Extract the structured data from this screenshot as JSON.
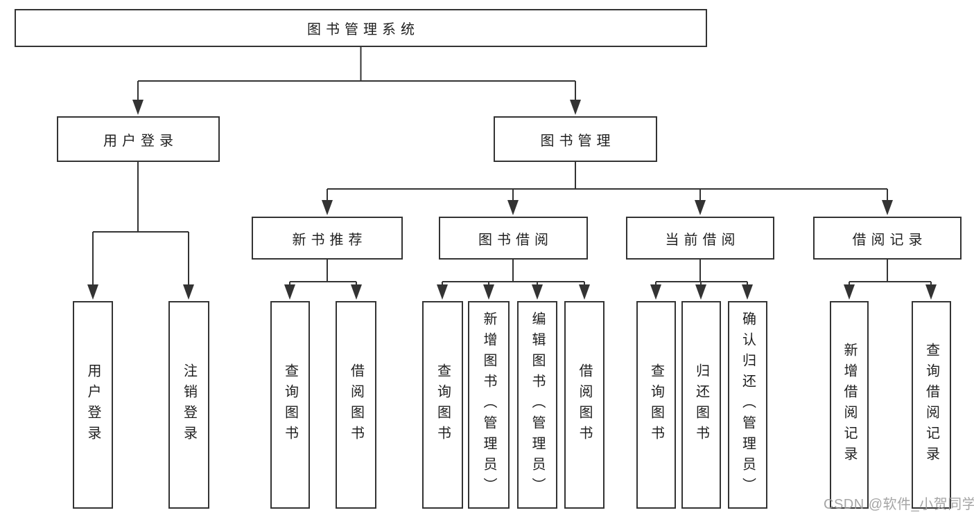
{
  "diagram": {
    "type": "hierarchy-tree",
    "tree": {
      "root": {
        "label": "图书管理系统",
        "children": [
          {
            "label": "用户登录",
            "children": [
              {
                "label": "用户登录"
              },
              {
                "label": "注销登录"
              }
            ]
          },
          {
            "label": "图书管理",
            "children": [
              {
                "label": "新书推荐",
                "children": [
                  {
                    "label": "查询图书"
                  },
                  {
                    "label": "借阅图书"
                  }
                ]
              },
              {
                "label": "图书借阅",
                "children": [
                  {
                    "label": "查询图书"
                  },
                  {
                    "label": "新增图书（管理员）"
                  },
                  {
                    "label": "编辑图书（管理员）"
                  },
                  {
                    "label": "借阅图书"
                  }
                ]
              },
              {
                "label": "当前借阅",
                "children": [
                  {
                    "label": "查询图书"
                  },
                  {
                    "label": "归还图书"
                  },
                  {
                    "label": "确认归还（管理员）"
                  }
                ]
              },
              {
                "label": "借阅记录",
                "children": [
                  {
                    "label": "新增借阅记录"
                  },
                  {
                    "label": "查询借阅记录"
                  }
                ]
              }
            ]
          }
        ]
      }
    },
    "colors": {
      "line": "#333333",
      "box_border": "#333333",
      "box_background": "#ffffff",
      "text": "#1f1f1f",
      "watermark": "#9c9c9c"
    }
  },
  "watermark": "CSDN @软件_小贺同学"
}
